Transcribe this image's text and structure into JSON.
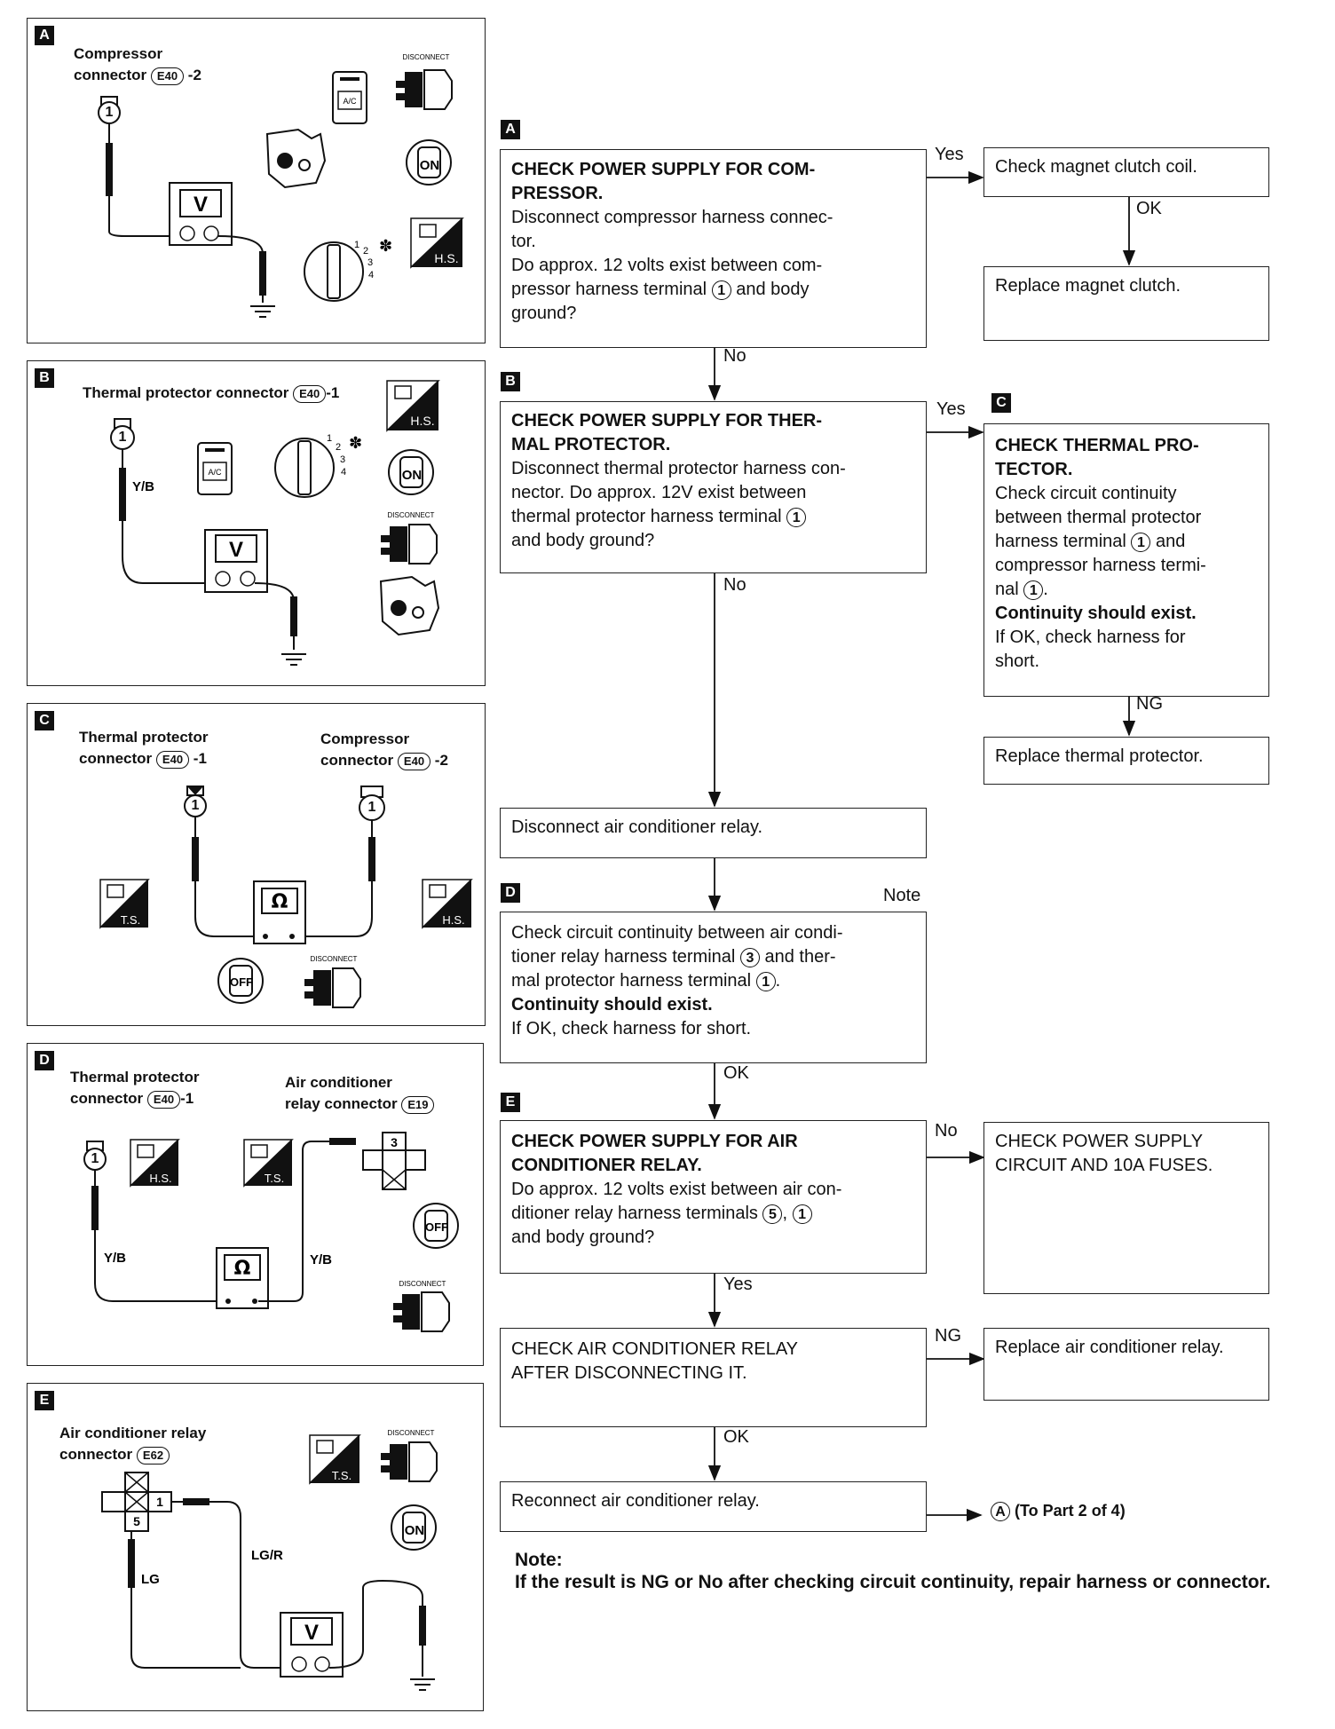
{
  "panels": {
    "A": {
      "label": "A",
      "conn_line1": "Compressor",
      "conn_line2": "connector",
      "conn_code": "E40",
      "conn_suffix": "-2",
      "terminal": "1",
      "meter": "V",
      "disconnect": "DISCONNECT",
      "ac": "A/C",
      "on": "ON",
      "hs": "H.S.",
      "fan_speeds": [
        "1",
        "2",
        "3",
        "4"
      ]
    },
    "B": {
      "label": "B",
      "conn_text": "Thermal protector connector",
      "conn_code": "E40",
      "conn_suffix": "-1",
      "terminal": "1",
      "wire": "Y/B",
      "meter": "V",
      "disconnect": "DISCONNECT",
      "ac": "A/C",
      "on": "ON",
      "hs": "H.S.",
      "fan_speeds": [
        "1",
        "2",
        "3",
        "4"
      ]
    },
    "C": {
      "label": "C",
      "left_line1": "Thermal protector",
      "left_line2": "connector",
      "left_code": "E40",
      "left_suffix": "-1",
      "right_line1": "Compressor",
      "right_line2": "connector",
      "right_code": "E40",
      "right_suffix": "-2",
      "terminal_left": "1",
      "terminal_right": "1",
      "meter": "Ω",
      "ts": "T.S.",
      "hs": "H.S.",
      "off": "OFF",
      "disconnect": "DISCONNECT"
    },
    "D": {
      "label": "D",
      "left_line1": "Thermal protector",
      "left_line2": "connector",
      "left_code": "E40",
      "left_suffix": "-1",
      "right_line1": "Air conditioner",
      "right_line2": "relay connector",
      "right_code": "E19",
      "terminal_left": "1",
      "terminal_right": "3",
      "wire_left": "Y/B",
      "wire_right": "Y/B",
      "meter": "Ω",
      "hs": "H.S.",
      "ts": "T.S.",
      "off": "OFF",
      "disconnect": "DISCONNECT"
    },
    "E": {
      "label": "E",
      "conn_line1": "Air conditioner relay",
      "conn_line2": "connector",
      "conn_code": "E62",
      "terminal_a": "1",
      "terminal_b": "5",
      "wire_a": "LG/R",
      "wire_b": "LG",
      "meter": "V",
      "ts": "T.S.",
      "disconnect": "DISCONNECT",
      "on": "ON"
    }
  },
  "flow": {
    "A": {
      "label": "A",
      "title1": "CHECK POWER SUPPLY FOR COM-",
      "title2": "PRESSOR.",
      "l1": "Disconnect compressor harness connec-",
      "l2": "tor.",
      "l3": "Do approx. 12 volts exist between com-",
      "l4a": "pressor harness terminal",
      "l4b": "and body",
      "l5": "ground?",
      "term": "1"
    },
    "A_yes": "Yes",
    "A_yes_box": "Check magnet clutch coil.",
    "A_ok": "OK",
    "A_replace": "Replace magnet clutch.",
    "A_no": "No",
    "B": {
      "label": "B",
      "title1": "CHECK POWER SUPPLY FOR THER-",
      "title2": "MAL PROTECTOR.",
      "l1": "Disconnect thermal protector harness con-",
      "l2": "nector. Do approx. 12V exist between",
      "l3a": "thermal protector harness terminal",
      "l4": "and body ground?",
      "term": "1"
    },
    "B_yes": "Yes",
    "C": {
      "label": "C",
      "title1": "CHECK THERMAL PRO-",
      "title2": "TECTOR.",
      "l1": "Check circuit continuity",
      "l2": "between thermal protector",
      "l3a": "harness terminal",
      "l3b": "and",
      "l4": "compressor harness termi-",
      "l5a": "nal",
      "l5b": ".",
      "l6": "Continuity should exist.",
      "l7": "If OK, check harness for",
      "l8": "short.",
      "term": "1"
    },
    "C_ng": "NG",
    "C_replace": "Replace thermal protector.",
    "B_no": "No",
    "disconnect_relay": "Disconnect air conditioner relay.",
    "D": {
      "label": "D",
      "note": "Note",
      "l1": "Check circuit continuity between air condi-",
      "l2a": "tioner relay harness terminal",
      "l2b": "and ther-",
      "l3a": "mal protector harness terminal",
      "l3b": ".",
      "l4": "Continuity should exist.",
      "l5": "If OK, check harness for short.",
      "term3": "3",
      "term1": "1"
    },
    "D_ok": "OK",
    "E": {
      "label": "E",
      "title1": "CHECK POWER SUPPLY FOR AIR",
      "title2": "CONDITIONER RELAY.",
      "l1": "Do approx. 12 volts exist between air con-",
      "l2a": "ditioner relay harness terminals",
      "l2b": ",",
      "l3": "and body ground?",
      "term5": "5",
      "term1": "1"
    },
    "E_no": "No",
    "E_no_box": "CHECK POWER SUPPLY CIRCUIT AND 10A FUSES.",
    "E_yes": "Yes",
    "relay_check": "CHECK AIR CONDITIONER RELAY AFTER DISCONNECTING IT.",
    "relay_ng": "NG",
    "relay_replace": "Replace air conditioner relay.",
    "relay_ok": "OK",
    "reconnect": "Reconnect air conditioner relay.",
    "to_part_circle": "A",
    "to_part": "(To Part 2 of 4)"
  },
  "note": {
    "title": "Note:",
    "text": "If the result is NG or No after checking circuit continuity, repair harness or connector."
  }
}
